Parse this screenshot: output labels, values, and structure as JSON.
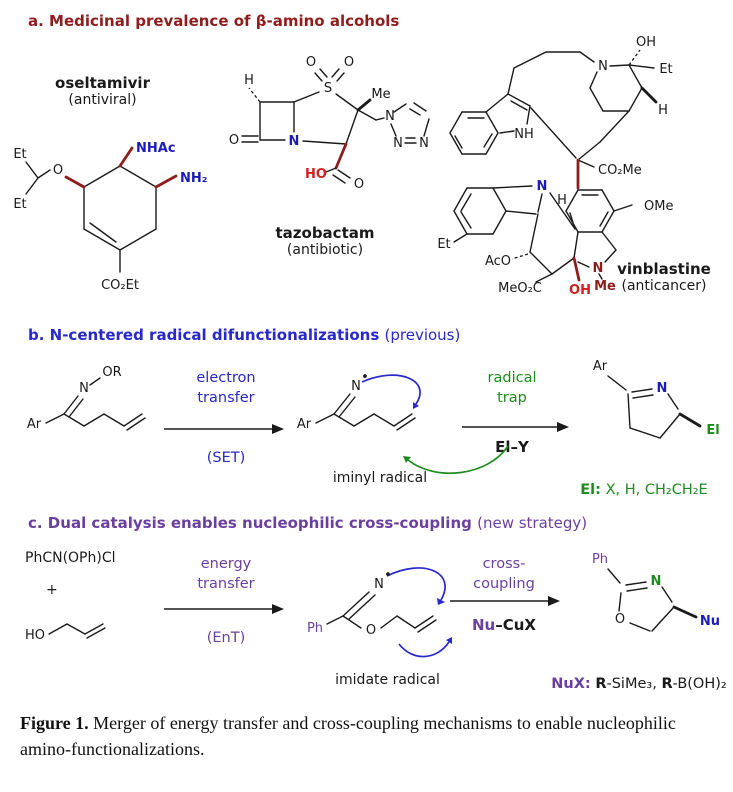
{
  "colors": {
    "header_a_dark_red": "#8f1d1d",
    "header_b_blue": "#2828cc",
    "header_c_purple": "#6b3fa0",
    "atom_blue": "#1c1cb8",
    "atom_red": "#cf1f1f",
    "green": "#1e8b1e",
    "black": "#1a1a1a"
  },
  "section_a": {
    "title": "a. Medicinal prevalence of β-amino alcohols",
    "oseltamivir": {
      "name": "oseltamivir",
      "type": "(antiviral)",
      "atoms": {
        "et1": "Et",
        "et2": "Et",
        "o": "O",
        "nhac": "NHAc",
        "nh2": "NH₂",
        "co2et": "CO₂Et"
      }
    },
    "tazobactam": {
      "name": "tazobactam",
      "type": "(antibiotic)",
      "atoms": {
        "h": "H",
        "o_lactam": "O",
        "n": "N",
        "s": "S",
        "o_s1": "O",
        "o_s2": "O",
        "me": "Me",
        "ho": "HO",
        "o_acid": "O",
        "n1": "N",
        "n2": "N",
        "n3": "N"
      }
    },
    "vinblastine": {
      "name": "vinblastine",
      "type": "(anticancer)",
      "atoms": {
        "oh_top": "OH",
        "et_top": "Et",
        "n_top": "N",
        "h_right": "H",
        "nh": "NH",
        "co2me": "CO₂Me",
        "ome": "OMe",
        "n_mid": "N",
        "h_mid": "H",
        "et_left": "Et",
        "aco": "AcO",
        "meo2c": "MeO₂C",
        "oh_bottom": "OH",
        "n_bottom": "N",
        "me_bottom": "Me"
      }
    }
  },
  "section_b": {
    "title": "b. N-centered radical difunctionalizations",
    "subtitle": "(previous)",
    "sm": {
      "ar": "Ar",
      "n": "N",
      "or": "OR"
    },
    "step1": {
      "l1": "electron",
      "l2": "transfer",
      "l3": "(SET)"
    },
    "mid": {
      "ar": "Ar",
      "n": "N",
      "dot": "•",
      "label": "iminyl radical"
    },
    "step2": {
      "l1": "radical",
      "l2": "trap",
      "reagent": "El–Y"
    },
    "product": {
      "ar": "Ar",
      "n": "N",
      "el": "El"
    },
    "note": {
      "k": "El:",
      "v": "X, H, CH₂CH₂E"
    }
  },
  "section_c": {
    "title": "c. Dual catalysis enables nucleophilic cross-coupling",
    "subtitle": "(new strategy)",
    "reagent1": "PhCN(OPh)Cl",
    "plus": "+",
    "ho": "HO",
    "step1": {
      "l1": "energy",
      "l2": "transfer",
      "l3": "(EnT)"
    },
    "mid": {
      "ph": "Ph",
      "n": "N",
      "dot": "•",
      "o": "O",
      "label": "imidate radical"
    },
    "step2": {
      "l1": "cross-",
      "l2": "coupling",
      "nu": "Nu",
      "cux": "–CuX"
    },
    "product": {
      "ph": "Ph",
      "n": "N",
      "o": "O",
      "nu": "Nu"
    },
    "note": {
      "k": "NuX:",
      "r1": "R",
      "v1": "-SiMe₃, ",
      "r2": "R",
      "v2": "-B(OH)₂"
    }
  },
  "caption": {
    "label": "Figure 1.",
    "text": "Merger of energy transfer and cross-coupling mechanisms to enable nucleophilic amino-functionalizations."
  }
}
